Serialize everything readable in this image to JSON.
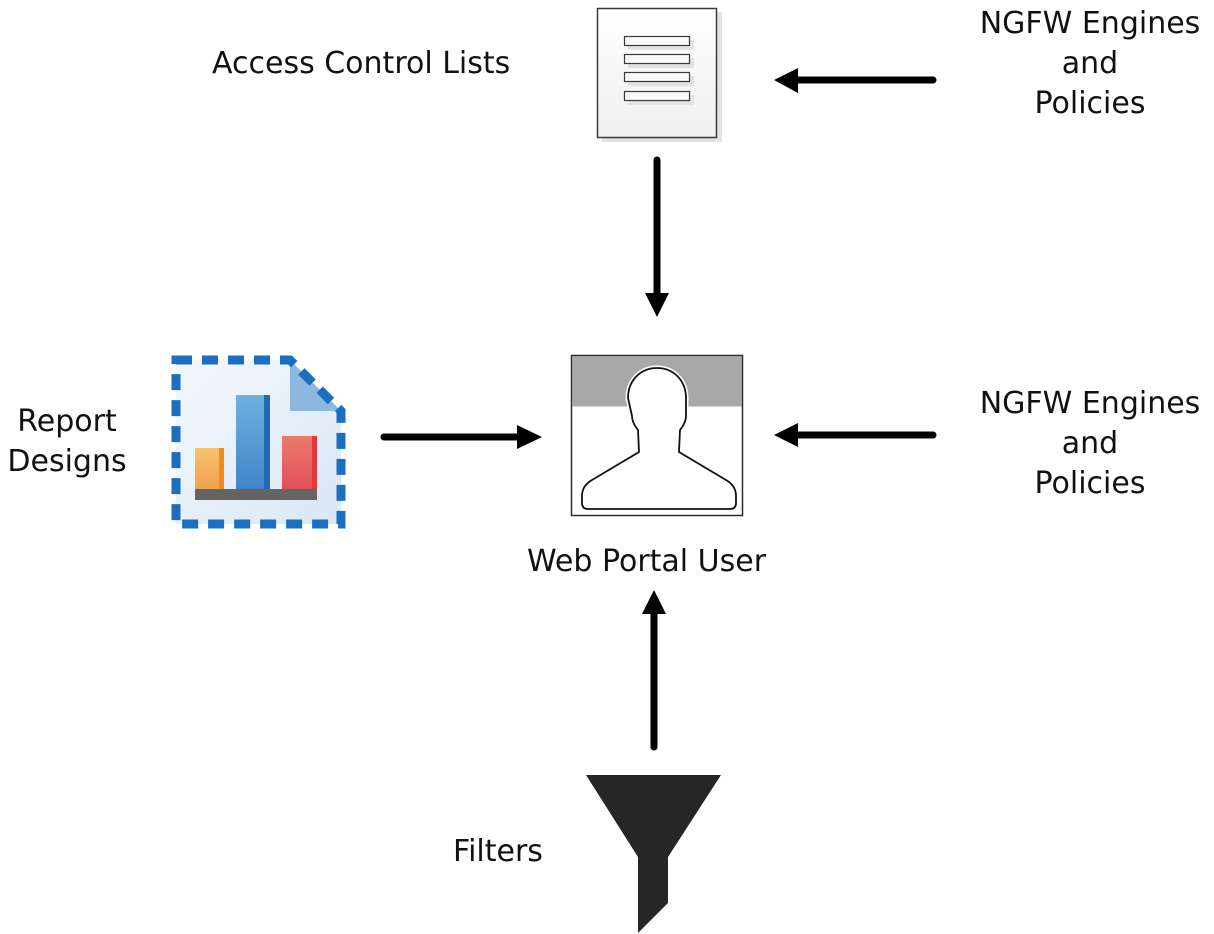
{
  "diagram": {
    "nodes": {
      "acl": {
        "label": "Access Control Lists",
        "icon": "document-list-icon"
      },
      "ngfw_top": {
        "label_lines": [
          "NGFW Engines",
          "and",
          "Policies"
        ]
      },
      "ngfw_mid": {
        "label_lines": [
          "NGFW Engines",
          "and",
          "Policies"
        ]
      },
      "reports": {
        "label_lines": [
          "Report",
          "Designs"
        ],
        "icon": "report-chart-icon"
      },
      "user": {
        "label": "Web Portal User",
        "icon": "user-silhouette-icon"
      },
      "filters": {
        "label": "Filters",
        "icon": "funnel-icon"
      }
    },
    "edges": [
      {
        "from": "ngfw_top",
        "to": "acl"
      },
      {
        "from": "acl",
        "to": "user"
      },
      {
        "from": "reports",
        "to": "user"
      },
      {
        "from": "ngfw_mid",
        "to": "user"
      },
      {
        "from": "filters",
        "to": "user"
      }
    ],
    "colors": {
      "arrow": "#000000",
      "report_blue": "#1a6fc0",
      "bar_orange": "#f5a845",
      "bar_blue": "#4f93cf",
      "bar_red": "#e5555c",
      "user_header": "#a8a8a8",
      "funnel": "#262626"
    }
  }
}
